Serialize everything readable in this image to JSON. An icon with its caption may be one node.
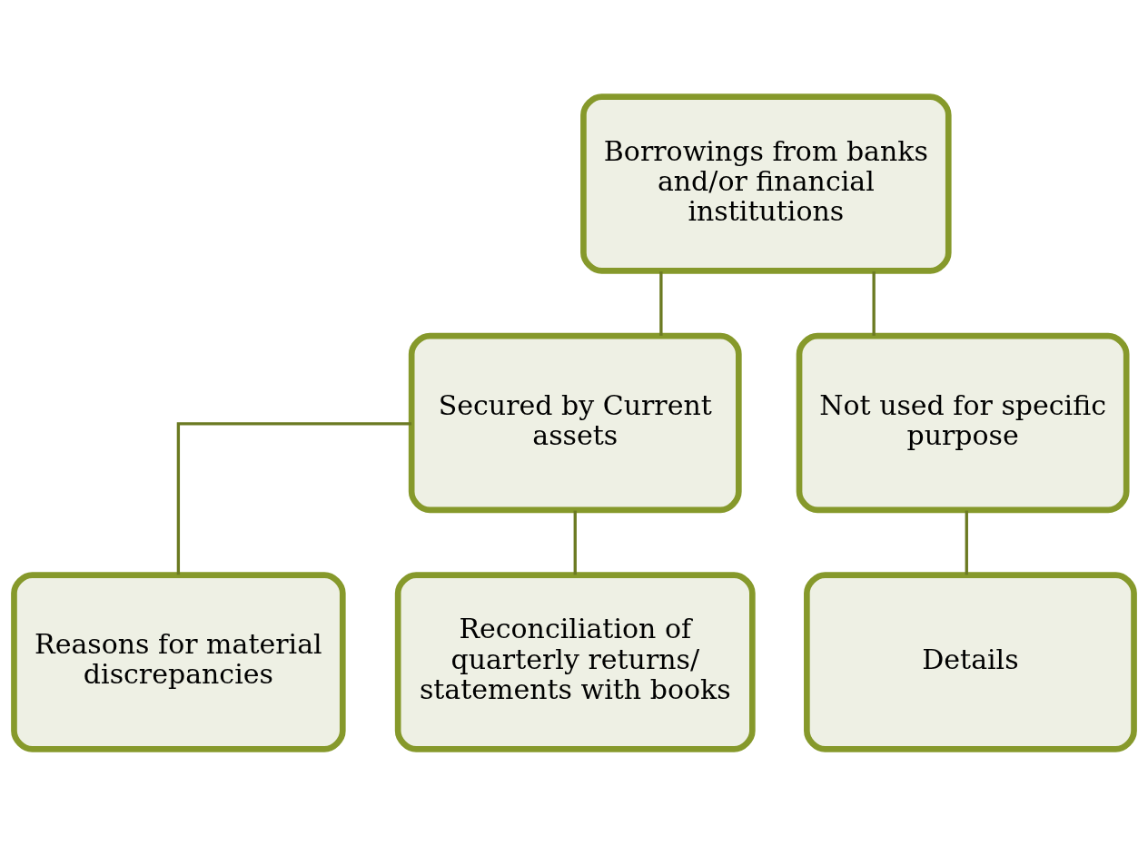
{
  "diagram": {
    "nodes": [
      {
        "text": [
          "Borrowings from banks and/or financial institutions"
        ]
      },
      {
        "text": [
          "Secured by Current assets"
        ]
      },
      {
        "text": [
          "Not used for specific purpose"
        ]
      },
      {
        "text": [
          "Reasons for material discrepancies"
        ]
      },
      {
        "text": [
          "Reconciliation of quarterly returns/ statements with books"
        ]
      },
      {
        "text": [
          "Details"
        ]
      }
    ],
    "edges": [
      {
        "from": 0,
        "to": 1,
        "arrow": "none"
      },
      {
        "from": 0,
        "to": 2,
        "arrow": "none"
      },
      {
        "from": 1,
        "to": 3,
        "arrow": "none"
      },
      {
        "from": 1,
        "to": 4,
        "arrow": "none"
      },
      {
        "from": 2,
        "to": 5,
        "arrow": "none"
      }
    ]
  }
}
